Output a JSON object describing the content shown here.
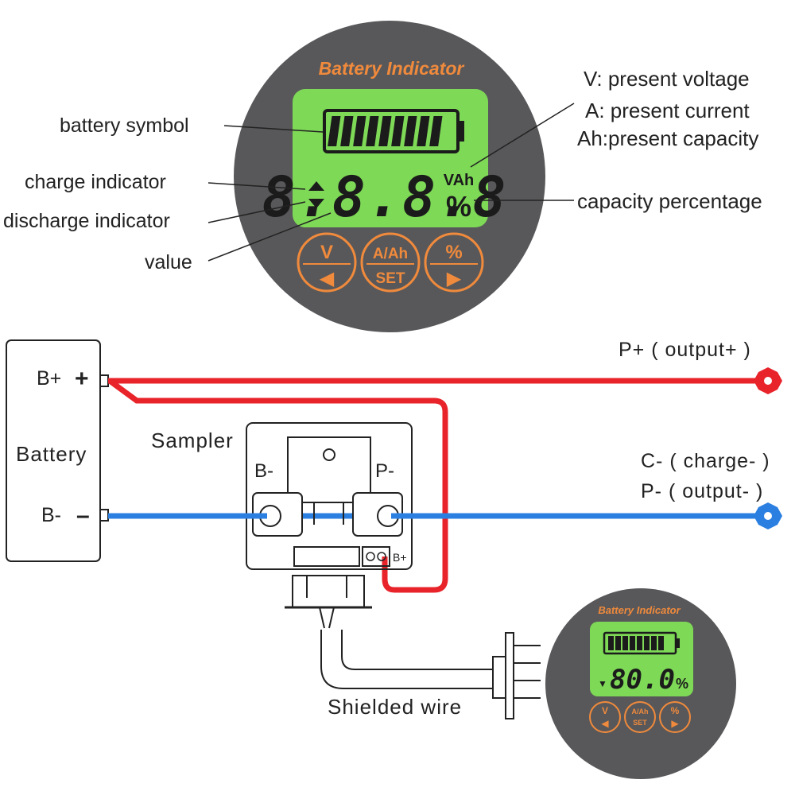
{
  "device": {
    "title": "Battery Indicator",
    "lcd_value": "8.8.8.8",
    "lcd_units": "VAh",
    "lcd_percent": "%",
    "buttons": [
      {
        "top": "V",
        "bottom": "◀"
      },
      {
        "top": "A/Ah",
        "bottom": "SET"
      },
      {
        "top": "%",
        "bottom": "▶"
      }
    ]
  },
  "callouts": {
    "battery_symbol": "battery symbol",
    "charge_indicator": "charge  indicator",
    "discharge_indicator": "discharge  indicator",
    "value": "value",
    "voltage": "V: present voltage",
    "current": "A: present current",
    "capacity": "Ah:present capacity",
    "percentage": "capacity  percentage"
  },
  "wiring": {
    "battery": "Battery",
    "b_plus": "B+",
    "b_minus": "B-",
    "plus_sign": "+",
    "minus_sign": "–",
    "sampler": "Sampler",
    "sampler_b_minus": "B-",
    "sampler_p_minus": "P-",
    "sampler_b_plus": "B+",
    "p_plus": "P+ ( output+ )",
    "c_minus": "C- ( charge- )",
    "p_minus": "P- ( output- )",
    "shielded_wire": "Shielded wire"
  },
  "small_device": {
    "title": "Battery Indicator",
    "lcd_value": "80.0",
    "lcd_percent": "%",
    "indicator": "▼",
    "buttons": [
      {
        "top": "V",
        "bottom": "◀"
      },
      {
        "top": "A/Ah",
        "bottom": "SET"
      },
      {
        "top": "%",
        "bottom": "▶"
      }
    ]
  },
  "colors": {
    "positive_wire": "#e8232a",
    "negative_wire": "#2b7fe0",
    "lcd_green": "#7ed957",
    "bezel": "#58585a",
    "button_orange": "#f08a3c"
  }
}
